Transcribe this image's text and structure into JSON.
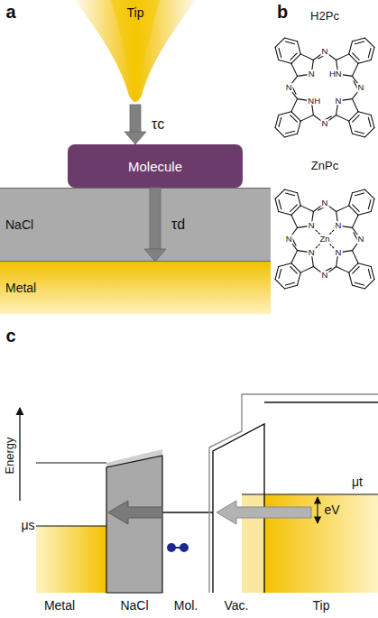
{
  "diagram": {
    "nodes": [
      {
        "text": [
          "Tip"
        ]
      },
      {
        "text": [
          "Molecule"
        ]
      },
      {
        "text": [
          "NaCl"
        ]
      },
      {
        "text": [
          "Metal"
        ]
      }
    ],
    "edges": [
      {
        "from": 0,
        "to": 1,
        "arrow": "to",
        "label": "τc"
      },
      {
        "from": 1,
        "to": 3,
        "arrow": "to",
        "label": "τd"
      }
    ],
    "labels": [
      "a",
      "b",
      "c",
      "H2Pc",
      "ZnPc",
      "N",
      "N",
      "HN",
      "N",
      "N",
      "NH",
      "N",
      "N",
      "N",
      "N",
      "N",
      "N",
      "Zn",
      "N",
      "N",
      "N",
      "N",
      "Energy",
      "μs",
      "μt",
      "eV",
      "Metal",
      "NaCl",
      "Mol.",
      "Vac.",
      "Tip"
    ]
  }
}
